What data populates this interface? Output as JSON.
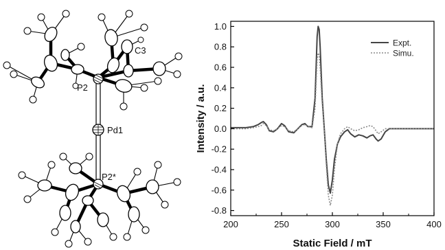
{
  "molecule": {
    "atom_labels": [
      "P2",
      "C3",
      "Pd1",
      "P2*"
    ]
  },
  "chart_data": {
    "type": "line",
    "xlabel": "Static Field / mT",
    "ylabel": "Intensity / a.u.",
    "xlim": [
      200,
      400
    ],
    "ylim": [
      -0.85,
      1.05
    ],
    "xticks": [
      "200",
      "250",
      "300",
      "350",
      "400"
    ],
    "yticks": [
      "1.0",
      "0.8",
      "0.6",
      "0.4",
      "0.2",
      "0.0",
      "-0.2",
      "-0.4",
      "-0.6",
      "-0.8"
    ],
    "grid": false,
    "legend": "top-right",
    "series": [
      {
        "name": "Expt.",
        "style": "solid",
        "color": "#444444",
        "x": [
          200,
          215,
          222,
          227,
          230,
          232,
          235,
          238,
          242,
          246,
          250,
          253,
          257,
          262,
          266,
          270,
          273,
          276,
          280,
          283,
          285,
          286,
          287,
          288,
          290,
          292,
          294,
          296,
          298,
          300,
          302,
          305,
          308,
          312,
          315,
          318,
          322,
          326,
          330,
          334,
          337,
          340,
          343,
          345,
          348,
          352,
          356,
          360,
          370,
          380,
          390,
          400
        ],
        "y": [
          0.01,
          0.01,
          0.02,
          0.04,
          0.06,
          0.07,
          0.04,
          -0.02,
          -0.03,
          0.0,
          0.05,
          0.03,
          -0.03,
          -0.04,
          0.0,
          0.04,
          0.05,
          0.02,
          0.02,
          0.3,
          0.9,
          1.0,
          0.97,
          0.8,
          0.3,
          0.0,
          -0.3,
          -0.55,
          -0.63,
          -0.5,
          -0.3,
          -0.15,
          -0.08,
          -0.03,
          -0.01,
          -0.05,
          -0.08,
          -0.06,
          -0.07,
          -0.09,
          -0.07,
          -0.06,
          -0.1,
          -0.12,
          -0.1,
          -0.03,
          0.0,
          0.0,
          0.0,
          0.0,
          0.0,
          0.0
        ]
      },
      {
        "name": "Simu.",
        "style": "dotted",
        "color": "#888888",
        "x": [
          200,
          215,
          222,
          227,
          230,
          232,
          235,
          238,
          242,
          246,
          250,
          253,
          257,
          262,
          266,
          270,
          273,
          276,
          280,
          283,
          285,
          286,
          287,
          288,
          290,
          292,
          294,
          296,
          298,
          300,
          302,
          305,
          308,
          312,
          315,
          318,
          322,
          326,
          330,
          334,
          337,
          340,
          343,
          345,
          348,
          352,
          356,
          360,
          370,
          380,
          390,
          400
        ],
        "y": [
          0.0,
          0.0,
          0.01,
          0.02,
          0.03,
          0.05,
          0.03,
          -0.01,
          -0.02,
          0.0,
          0.03,
          0.02,
          -0.02,
          -0.03,
          0.0,
          0.03,
          0.04,
          0.02,
          0.01,
          0.2,
          0.68,
          0.74,
          0.72,
          0.6,
          0.25,
          0.0,
          -0.35,
          -0.65,
          -0.75,
          -0.65,
          -0.4,
          -0.15,
          -0.05,
          0.0,
          0.02,
          0.0,
          -0.02,
          -0.01,
          0.01,
          0.02,
          0.03,
          0.02,
          -0.02,
          -0.05,
          -0.03,
          0.0,
          0.0,
          0.0,
          0.0,
          0.0,
          0.0,
          0.0
        ]
      }
    ]
  }
}
